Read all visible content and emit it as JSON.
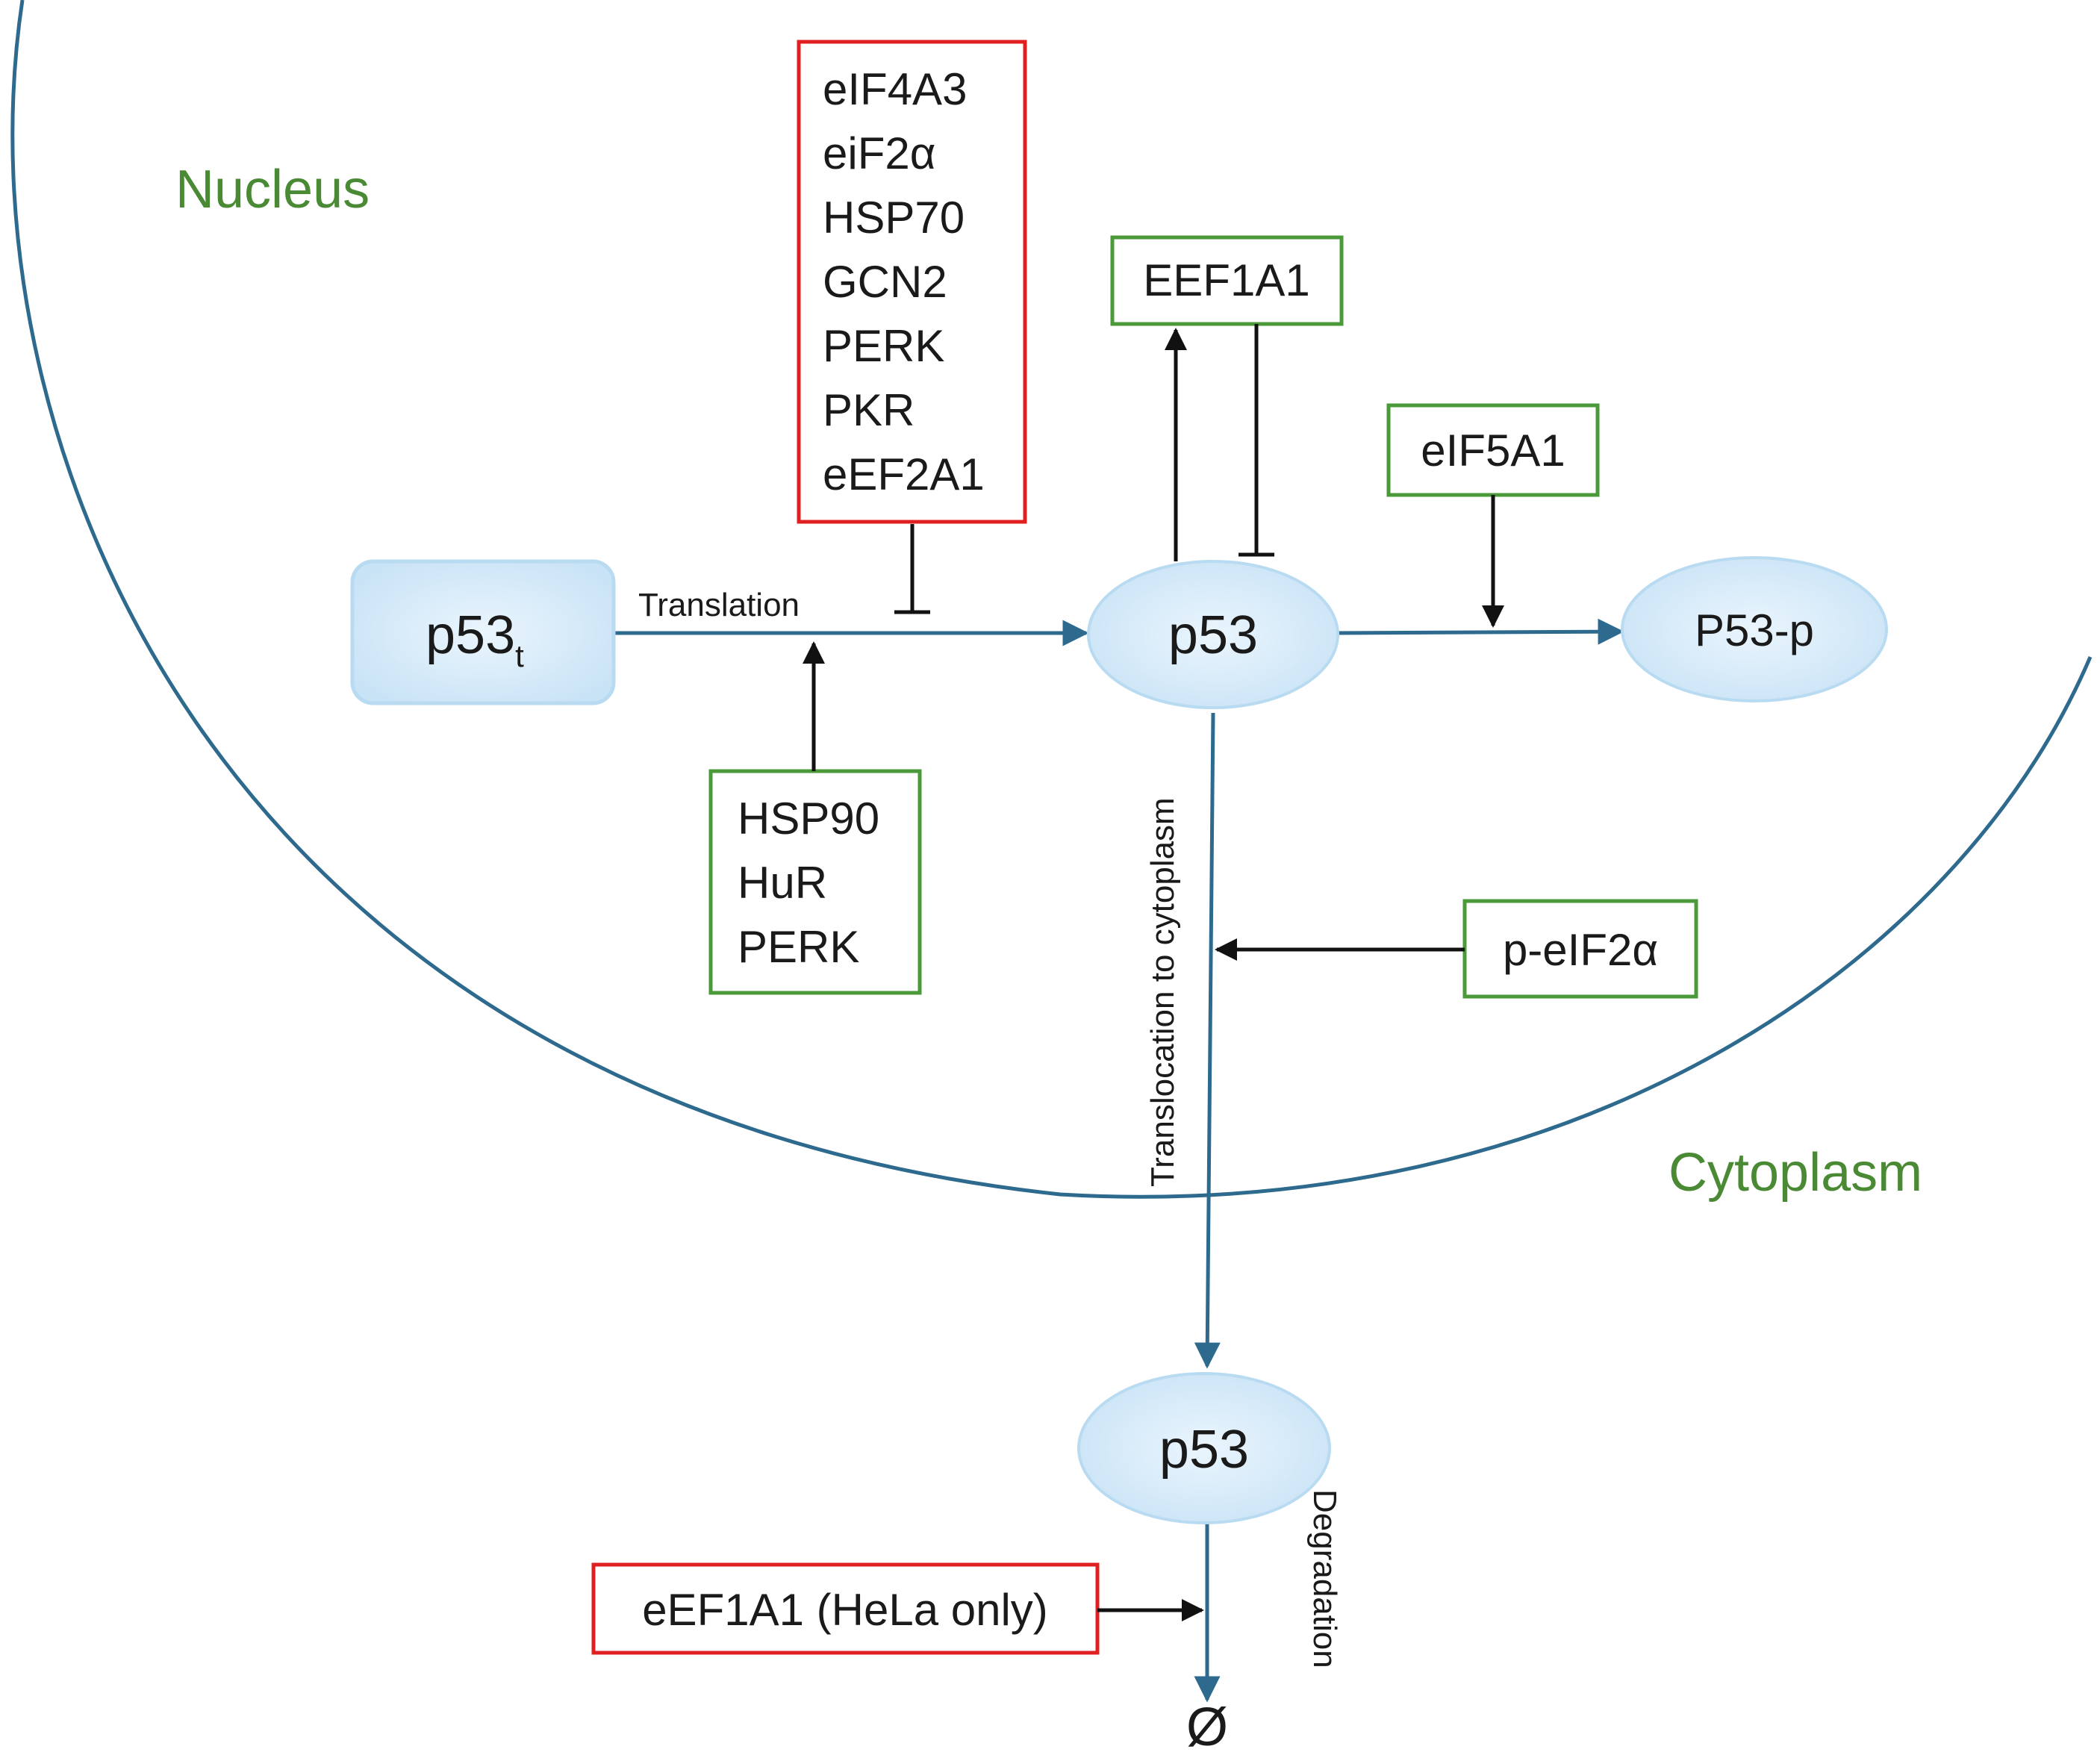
{
  "regions": {
    "nucleus": "Nucleus",
    "cytoplasm": "Cytoplasm"
  },
  "nodes": {
    "p53t_main": "p53",
    "p53t_sub": "t",
    "p53_nucleus": "p53",
    "p53_phospho": "P53-p",
    "p53_cytoplasm": "p53",
    "degraded": "Ø"
  },
  "edges": {
    "translation": "Translation",
    "translocation": "Translocation to cytoplasm",
    "degradation": "Degradation"
  },
  "boxes": {
    "translation_inhibitors": [
      "eIF4A3",
      "eiF2α",
      "HSP70",
      "GCN2",
      "PERK",
      "PKR",
      "eEF2A1"
    ],
    "translation_promoters": [
      "HSP90",
      "HuR",
      "PERK"
    ],
    "eef1a1": "EEF1A1",
    "eif5a1": "eIF5A1",
    "p_eif2a": "p-eIF2α",
    "eef1a1_hela": "eEF1A1 (HeLa only)"
  },
  "colors": {
    "activator_box": "#4a9a3a",
    "inhibitor_box": "#e02020",
    "flow_arrow": "#2d6a8e",
    "regulator_arrow": "#111111",
    "node_fill": "#d6eaf8",
    "membrane": "#2d6a8e"
  }
}
